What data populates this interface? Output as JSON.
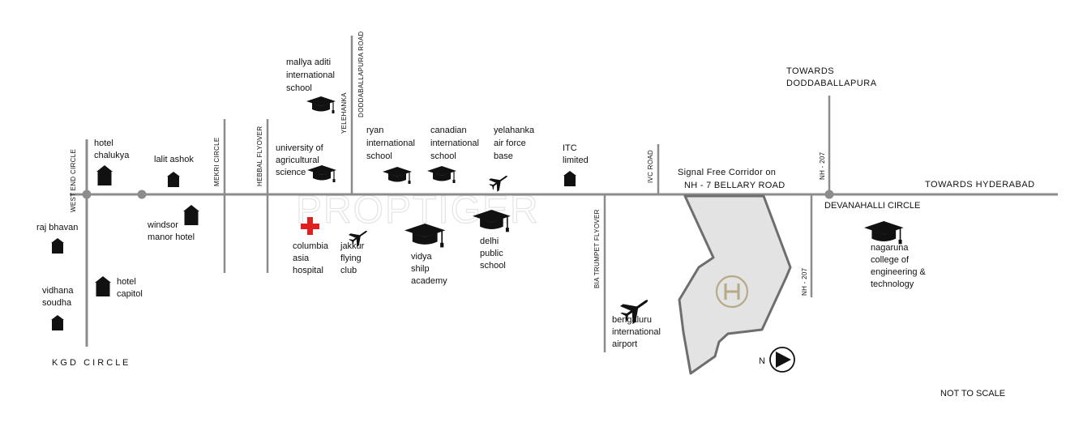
{
  "watermark": "PROPTIGER",
  "roads": {
    "west_end_circle": "WEST END CIRCLE",
    "mekri_circle": "MEKRI CIRCLE",
    "hebbal_flyover": "HEBBAL FLYOVER",
    "yelehanka": "YELEHANKA",
    "doddaballapura_road": "DODDABALLAPURA ROAD",
    "ivc_road": "IVC ROAD",
    "bia_trumpet_flyover": "BIA TRUMPET FLYOVER",
    "nh207_top": "NH - 207",
    "nh207_bottom": "NH - 207",
    "kgd_circle": "K G D   C I R C L E",
    "devanahalli_circle": "DEVANAHALLI CIRCLE",
    "towards_hyderabad": "TOWARDS HYDERABAD",
    "towards_dodda_1": "TOWARDS",
    "towards_dodda_2": "DODDABALLAPURA",
    "corridor_1": "Signal Free Corridor on",
    "corridor_2": "NH - 7 BELLARY ROAD"
  },
  "landmarks": {
    "hotel_chalukya": [
      "hotel",
      "chalukya"
    ],
    "lalit_ashok": [
      "lalit ashok"
    ],
    "windsor": [
      "windsor",
      "manor hotel"
    ],
    "raj_bhavan": [
      "raj bhavan"
    ],
    "hotel_capitol": [
      "hotel",
      "capitol"
    ],
    "vidhana_soudha": [
      "vidhana",
      "soudha"
    ],
    "mallya": [
      "mallya aditi",
      "international",
      "school"
    ],
    "uas": [
      "university of",
      "agricultural",
      "science"
    ],
    "columbia": [
      "columbia",
      "asia",
      "hospital"
    ],
    "jakkur": [
      "jakkur",
      "flying",
      "club"
    ],
    "ryan": [
      "ryan",
      "international",
      "school"
    ],
    "canadian": [
      "canadian",
      "international",
      "school"
    ],
    "vidya_shilp": [
      "vidya",
      "shilp",
      "academy"
    ],
    "yelahanka_afb": [
      "yelahanka",
      "air force",
      "base"
    ],
    "dps": [
      "delhi",
      "public",
      "school"
    ],
    "itc": [
      "ITC",
      "limited"
    ],
    "airport": [
      "bengaluru",
      "international",
      "airport"
    ],
    "nagaruna": [
      "nagaruna",
      "college of",
      "engineering &",
      "technology"
    ]
  },
  "north": "N",
  "scale_note": "NOT TO SCALE",
  "icons": {
    "building": "building-icon",
    "school": "graduation-cap-icon",
    "plane": "airplane-icon",
    "hospital": "red-cross-icon",
    "project": "project-logo-icon",
    "north": "north-arrow-icon"
  },
  "colors": {
    "road": "#8c8c8c",
    "site_fill": "#e3e3e3",
    "site_border": "#6e6e6e",
    "hospital_cross": "#e02020",
    "logo": "#b5a98a"
  }
}
